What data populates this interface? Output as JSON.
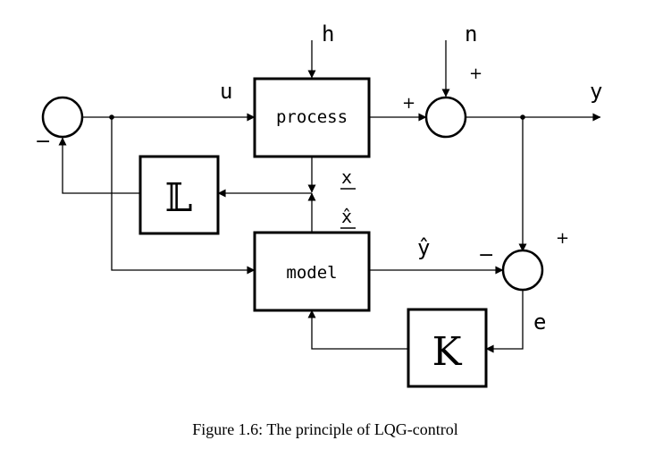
{
  "blocks": {
    "process": "process",
    "model": "model",
    "L": "𝕃",
    "K": "K"
  },
  "signals": {
    "u": "u",
    "h": "h",
    "n": "n",
    "y": "y",
    "x": "x",
    "x_hat": "x̂",
    "y_hat": "ŷ",
    "e": "e"
  },
  "signs": {
    "plus": "+",
    "minus": "−"
  },
  "caption": "Figure 1.6: The principle of LQG-control"
}
